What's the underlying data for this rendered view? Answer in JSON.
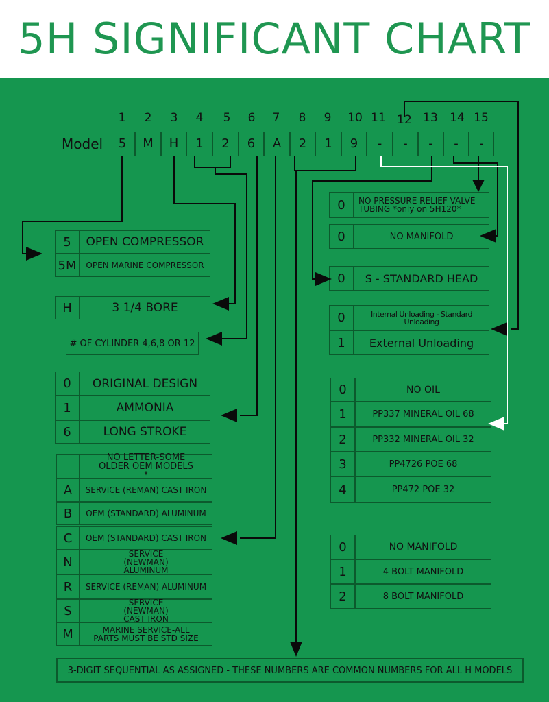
{
  "title": "5H SIGNIFICANT CHART",
  "position_numbers": [
    "1",
    "2",
    "3",
    "4",
    "5",
    "6",
    "7",
    "8",
    "9",
    "10",
    "11",
    "12",
    "13",
    "14",
    "15"
  ],
  "model_label": "Model",
  "model_chars": [
    "5",
    "M",
    "H",
    "1",
    "2",
    "6",
    "A",
    "2",
    "1",
    "9",
    "-",
    "-",
    "-",
    "-",
    "-"
  ],
  "type": {
    "rows": [
      {
        "code": "5",
        "label": "OPEN COMPRESSOR"
      },
      {
        "code": "5M",
        "label": "OPEN MARINE COMPRESSOR"
      }
    ]
  },
  "bore": {
    "code": "H",
    "label": "3 1/4 BORE"
  },
  "cylinders": {
    "label": "# OF CYLINDER 4,6,8 OR 12"
  },
  "design": {
    "rows": [
      {
        "code": "0",
        "label": "ORIGINAL DESIGN"
      },
      {
        "code": "1",
        "label": "AMMONIA"
      },
      {
        "code": "6",
        "label": "LONG STROKE"
      }
    ]
  },
  "material": {
    "rows": [
      {
        "code": "",
        "label": "NO LETTER-SOME OLDER OEM MODELS *"
      },
      {
        "code": "A",
        "label": "SERVICE (REMAN) CAST IRON"
      },
      {
        "code": "B",
        "label": "OEM (STANDARD) ALUMINUM"
      },
      {
        "code": "C",
        "label": "OEM (STANDARD) CAST IRON"
      },
      {
        "code": "N",
        "label": "SERVICE (NEWMAN) ALUMINUM"
      },
      {
        "code": "R",
        "label": "SERVICE (REMAN)  ALUMINUM"
      },
      {
        "code": "S",
        "label": "SERVICE (NEWMAN) CAST IRON"
      },
      {
        "code": "M",
        "label": "MARINE SERVICE-ALL PARTS MUST BE STD SIZE"
      }
    ]
  },
  "relief": {
    "code": "0",
    "label": "NO PRESSURE RELIEF VALVE TUBING   *only on 5H120*"
  },
  "manifold_top": {
    "code": "0",
    "label": "NO MANIFOLD"
  },
  "head": {
    "code": "0",
    "label": "S - STANDARD HEAD"
  },
  "unloading": {
    "rows": [
      {
        "code": "0",
        "label": "Internal Unloading - Standard Unloading"
      },
      {
        "code": "1",
        "label": "External Unloading"
      }
    ]
  },
  "oil": {
    "rows": [
      {
        "code": "0",
        "label": "NO OIL"
      },
      {
        "code": "1",
        "label": "PP337 MINERAL OIL 68"
      },
      {
        "code": "2",
        "label": "PP332 MINERAL OIL 32"
      },
      {
        "code": "3",
        "label": "PP4726 POE 68"
      },
      {
        "code": "4",
        "label": "PP472 POE 32"
      }
    ]
  },
  "manifold": {
    "rows": [
      {
        "code": "0",
        "label": "NO MANIFOLD"
      },
      {
        "code": "1",
        "label": "4 BOLT MANIFOLD"
      },
      {
        "code": "2",
        "label": "8 BOLT MANIFOLD"
      }
    ]
  },
  "footer": "3-DIGIT SEQUENTIAL AS ASSIGNED - THESE NUMBERS ARE COMMON NUMBERS FOR ALL H MODELS"
}
